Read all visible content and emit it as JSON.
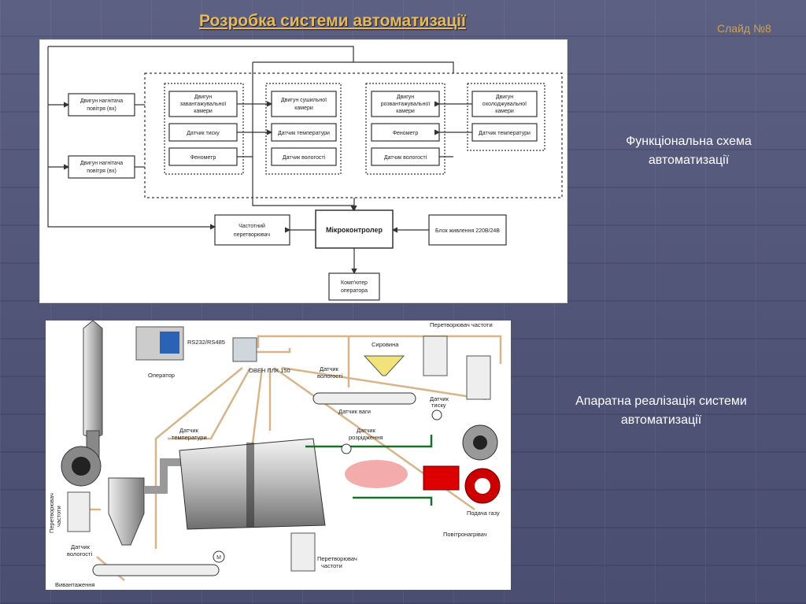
{
  "slide": {
    "title": "Розробка системи автоматизації",
    "number": "Слайд №8",
    "caption1": [
      "Функціональна схема",
      "автоматизації"
    ],
    "caption2": [
      "Апаратна реалізація системи",
      "автоматизації"
    ]
  },
  "functional_scheme": {
    "blocks": {
      "fan_in": [
        "Двигун нагнітача",
        "повітря (вх)"
      ],
      "fan_out": [
        "Двигун нагнітача",
        "повітря (вх)"
      ],
      "load_motor": [
        "Двигун",
        "завантажувальної",
        "камери"
      ],
      "pressure1": "Датчик тиску",
      "fan_meter": "Фенометр",
      "dryer_motor": [
        "Двигун сушильної",
        "камери"
      ],
      "temp1": "Датчик температури",
      "hum1": "Датчик вологості",
      "unload_motor": [
        "Двигун",
        "розвантажувальної",
        "камери"
      ],
      "fan2": "Фенометр",
      "hum2": "Датчик вологості",
      "cool_motor": [
        "Двигун",
        "охолоджувальної",
        "камери"
      ],
      "temp2": "Датчик температури",
      "converter": [
        "Частотний",
        "перетворювач"
      ],
      "mcu": "Мікроконтролер",
      "power": "Блок живлення 220В/24В",
      "pc": [
        "Комп'ютер",
        "оператора"
      ]
    }
  },
  "hardware": {
    "labels": {
      "rs": "RS232/RS485",
      "plc": "ОВЕН ПЛК 150",
      "operator": "Оператор",
      "conv_top": "Перетворювач частоти",
      "raw": "Сировина",
      "hum_top": [
        "Датчик",
        "вологості"
      ],
      "weight": "Датчик ваги",
      "press": [
        "Датчик",
        "тиску"
      ],
      "temp": [
        "Датчик",
        "температури"
      ],
      "vac": [
        "Датчик",
        "розрідження"
      ],
      "conv_left": [
        "Перетворювач",
        "частоти"
      ],
      "hum_bottom": [
        "Датчик",
        "вологості"
      ],
      "conv_bottom": [
        "Перетворювач",
        "частоти"
      ],
      "gas": "Подача газу",
      "air": "Повітронагрівач",
      "unload": "Вивантаження",
      "motor": "М"
    }
  }
}
